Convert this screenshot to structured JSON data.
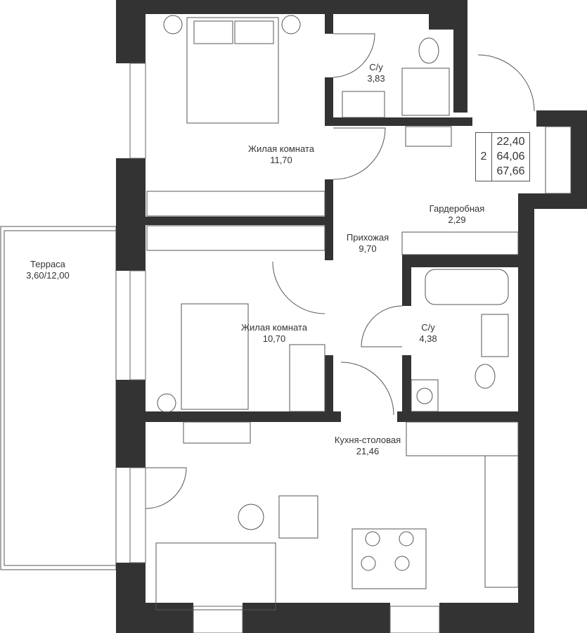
{
  "colors": {
    "wall": "#333333",
    "line": "#444444",
    "background": "#ffffff"
  },
  "rooms": [
    {
      "name": "Жилая комната",
      "area": "11,70"
    },
    {
      "name": "С/у",
      "area": "3,83"
    },
    {
      "name": "Терраса",
      "area": "3,60/12,00"
    },
    {
      "name": "Гардеробная",
      "area": "2,29"
    },
    {
      "name": "Прихожая",
      "area": "9,70"
    },
    {
      "name": "Жилая комната",
      "area": "10,70"
    },
    {
      "name": "С/у",
      "area": "4,38"
    },
    {
      "name": "Кухня-столовая",
      "area": "21,46"
    }
  ],
  "summary": {
    "room_count": "2",
    "living_area": "22,40",
    "total_area": "64,06",
    "total_with_terrace": "67,66"
  }
}
